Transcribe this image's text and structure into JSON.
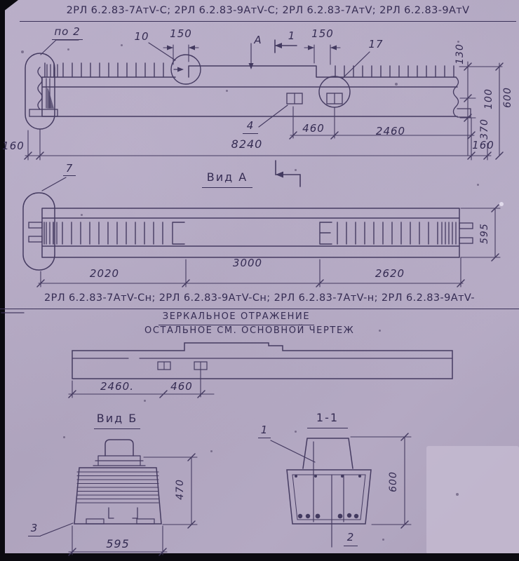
{
  "titles": {
    "main": "2РЛ 6.2.83-7АтV-С;  2РЛ 6.2.83-9АтV-С;  2РЛ 6.2.83-7АтV;  2РЛ 6.2.83-9АтV",
    "mirror": "2РЛ 6.2.83-7АтV-Сн;  2РЛ 6.2.83-9АтV-Сн;  2РЛ 6.2.83-7АтV-н;  2РЛ 6.2.83-9АтV-",
    "mirror_note_line1": "ЗЕРКАЛЬНОЕ  ОТРАЖЕНИЕ",
    "mirror_note_line2": "ОСТАЛЬНОЕ  СМ.  ОСНОВНОЙ  ЧЕРТЕЖ"
  },
  "view_labels": {
    "view_a": "Вид А",
    "view_b": "Вид Б",
    "section_1_1": "1-1",
    "direction_a": "А"
  },
  "callouts": {
    "po_2": "по 2",
    "pos_10": "10",
    "pos_17": "17",
    "pos_4": "4",
    "pos_7": "7",
    "pos_1": "1",
    "pos_2": "2",
    "pos_3": "3"
  },
  "dimensions": {
    "top_view": {
      "notch_150_left": "150",
      "notch_150_right": "150",
      "h_130": "130",
      "h_100": "100",
      "h_370": "370",
      "h_600": "600",
      "end_160_left": "160",
      "end_160_right": "160",
      "embed_460": "460",
      "embed_2460": "2460",
      "length_8240": "8240"
    },
    "view_a": {
      "seg_2020": "2020",
      "seg_3000": "3000",
      "seg_2620": "2620",
      "width_595": "595"
    },
    "mirror_view": {
      "seg_2460": "2460.",
      "seg_460": "460"
    },
    "view_b": {
      "h_470": "470",
      "w_595": "595"
    },
    "section_1_1": {
      "h_600": "600"
    }
  },
  "colors": {
    "paper": "#b2a7c1",
    "paper_light": "#c4bad0",
    "ink": "#3a3158",
    "edge_black": "#0b0a10"
  }
}
